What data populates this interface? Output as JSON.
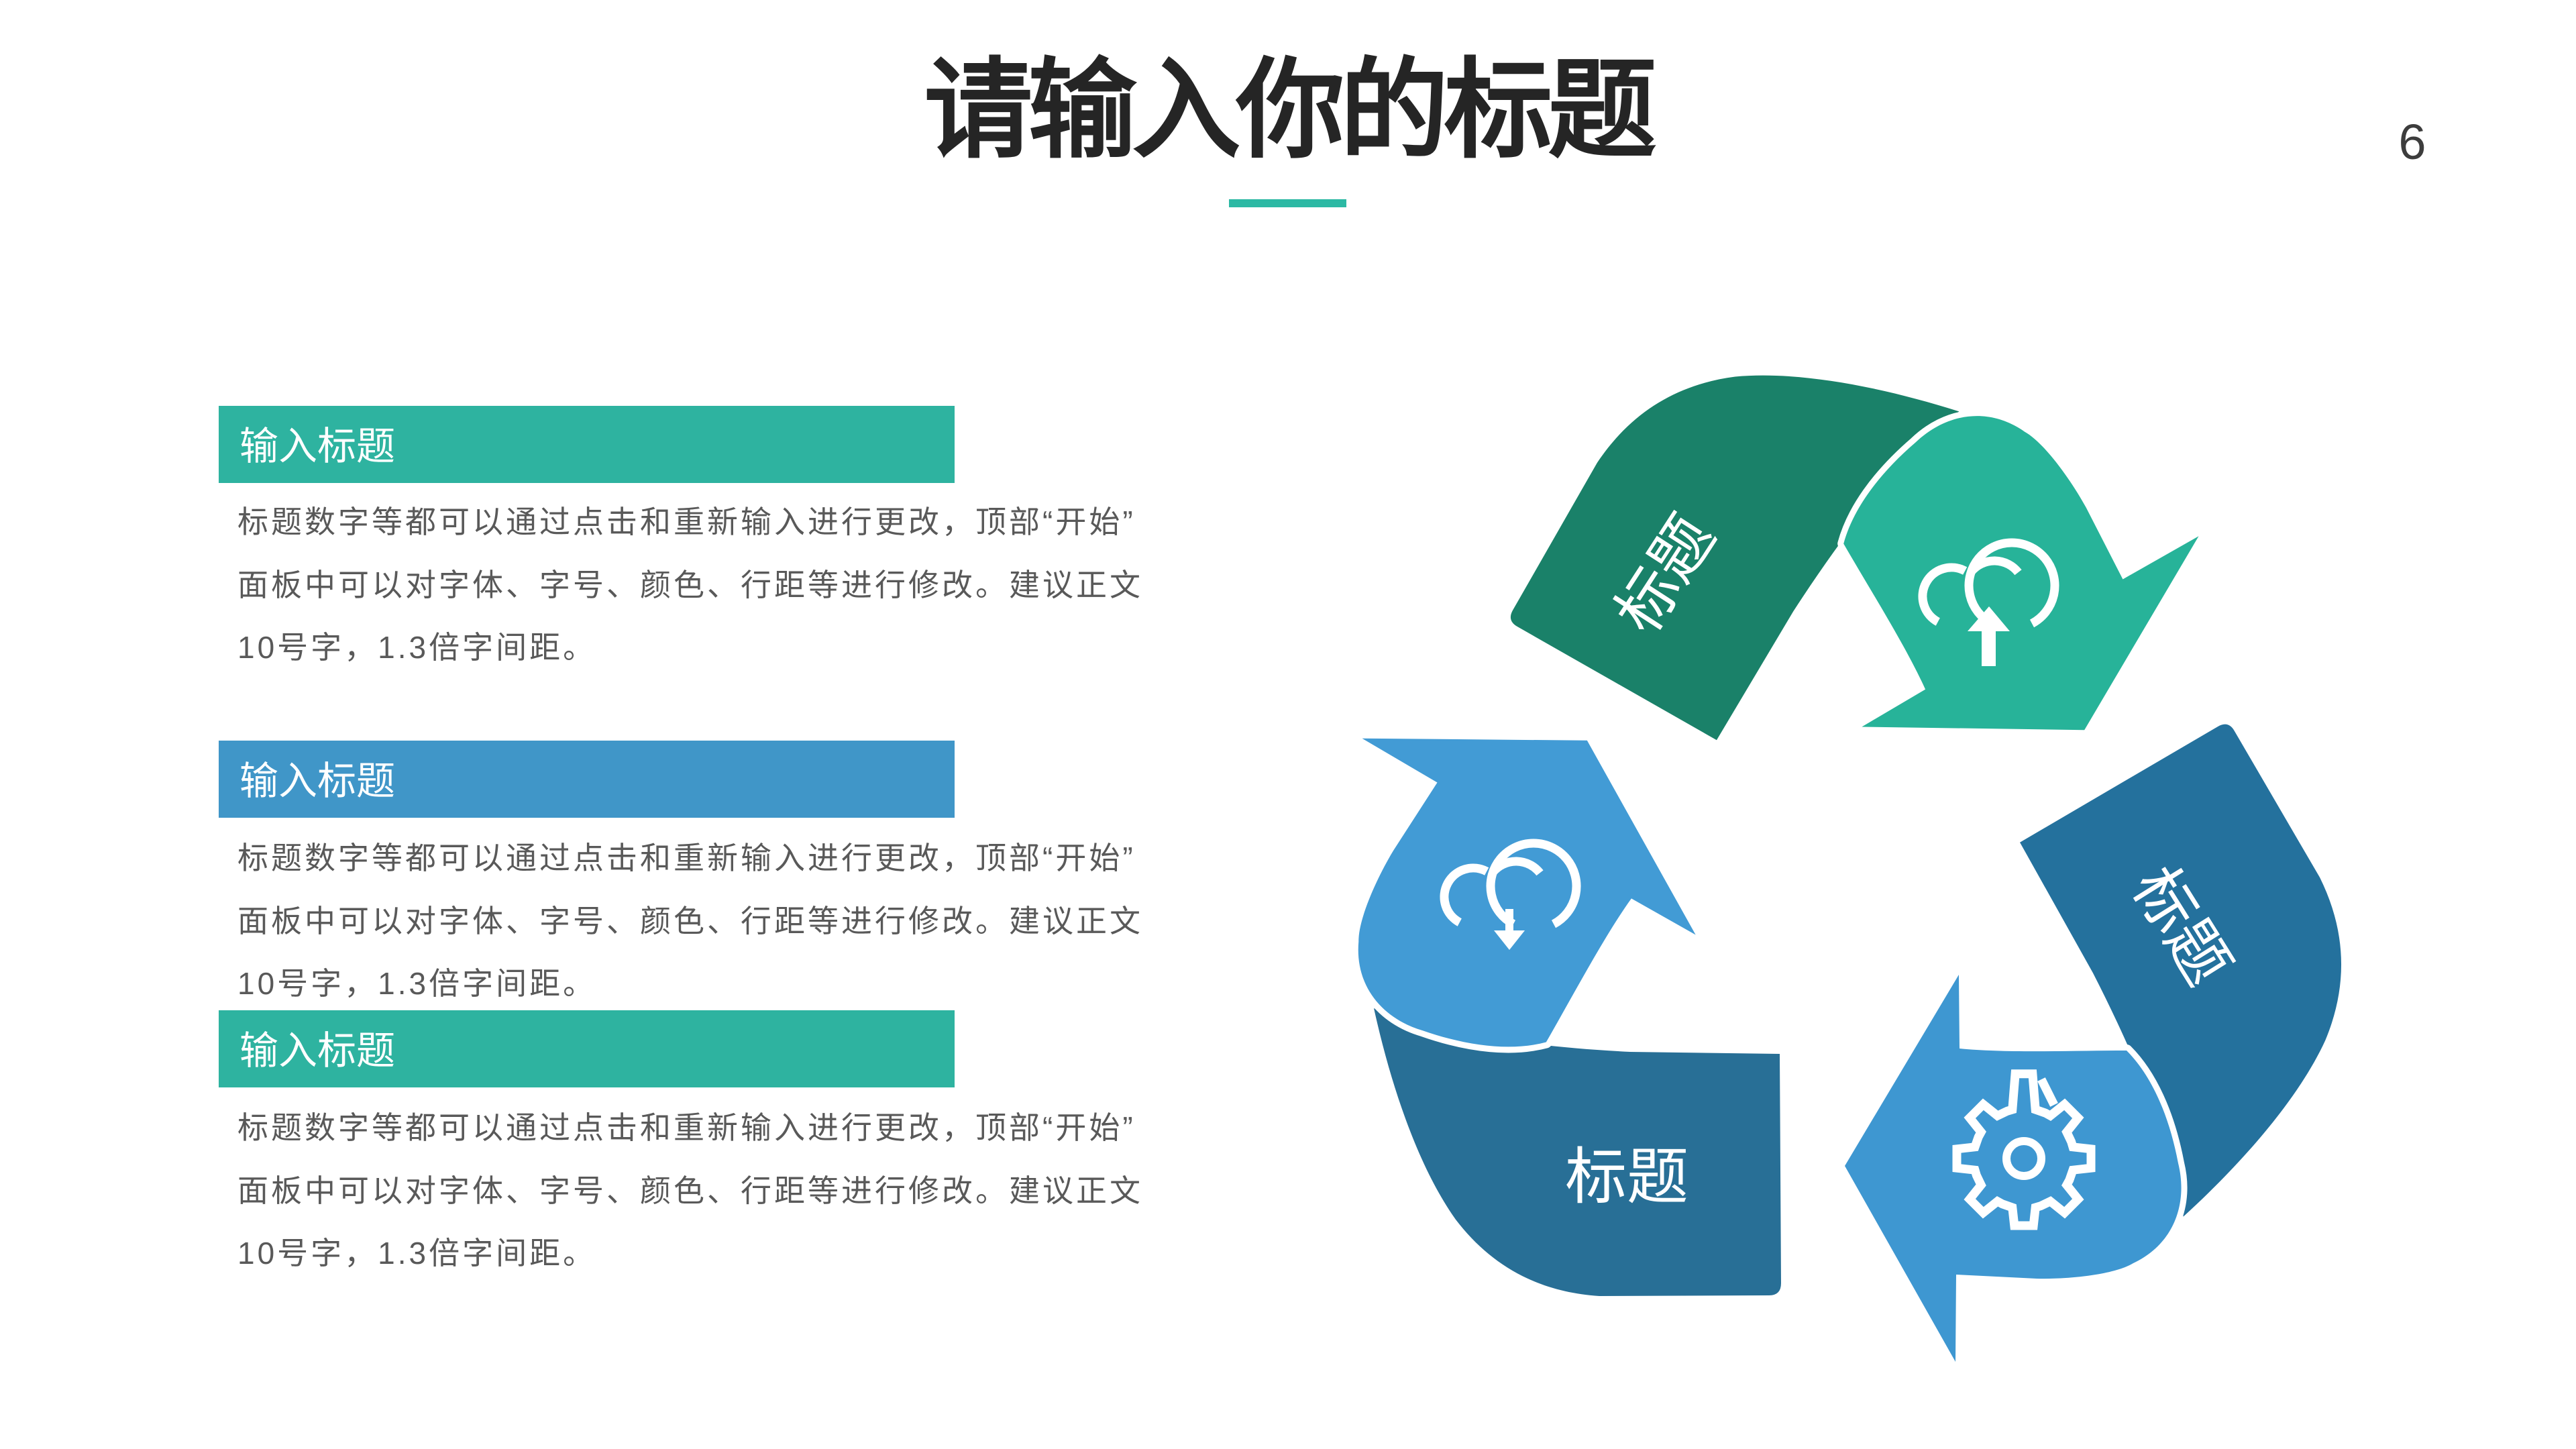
{
  "page": {
    "number": "6"
  },
  "title": {
    "text": "请输入你的标题",
    "underline_color": "#2cb9a4"
  },
  "blocks": [
    {
      "heading": "输入标题",
      "color": "#2eb3a0",
      "body": "标题数字等都可以通过点击和重新输入进行更改，顶部“开始”面板中可以对字体、字号、颜色、行距等进行修改。建议正文10号字，1.3倍字间距。",
      "body_lines": [
        "标题数字等都可以通过点击和重新输入进行更改，顶部“开始”",
        "面板中可以对字体、字号、颜色、行距等进行修改。建议正文",
        "10号字，1.3倍字间距。"
      ]
    },
    {
      "heading": "输入标题",
      "color": "#4096c8",
      "body": "标题数字等都可以通过点击和重新输入进行更改，顶部“开始”面板中可以对字体、字号、颜色、行距等进行修改。建议正文10号字，1.3倍字间距。",
      "body_lines": [
        "标题数字等都可以通过点击和重新输入进行更改，顶部“开始”",
        "面板中可以对字体、字号、颜色、行距等进行修改。建议正文",
        "10号字，1.3倍字间距。"
      ]
    },
    {
      "heading": "输入标题",
      "color": "#2eb3a0",
      "body": "标题数字等都可以通过点击和重新输入进行更改，顶部“开始”面板中可以对字体、字号、颜色、行距等进行修改。建议正文10号字，1.3倍字间距。",
      "body_lines": [
        "标题数字等都可以通过点击和重新输入进行更改，顶部“开始”",
        "面板中可以对字体、字号、颜色、行距等进行修改。建议正文",
        "10号字，1.3倍字间距。"
      ]
    }
  ],
  "diagram": {
    "type": "cycle",
    "units": [
      {
        "label": "标题",
        "band_color": "#286f96",
        "head_color": "#3e97d1",
        "icon": "gear"
      },
      {
        "label": "标题",
        "band_color": "#1a8169",
        "head_color": "#429bd5",
        "icon": "cloud-download"
      },
      {
        "label": "标题",
        "band_color": "#24719d",
        "head_color": "#27b399",
        "icon": "cloud-upload"
      }
    ]
  }
}
